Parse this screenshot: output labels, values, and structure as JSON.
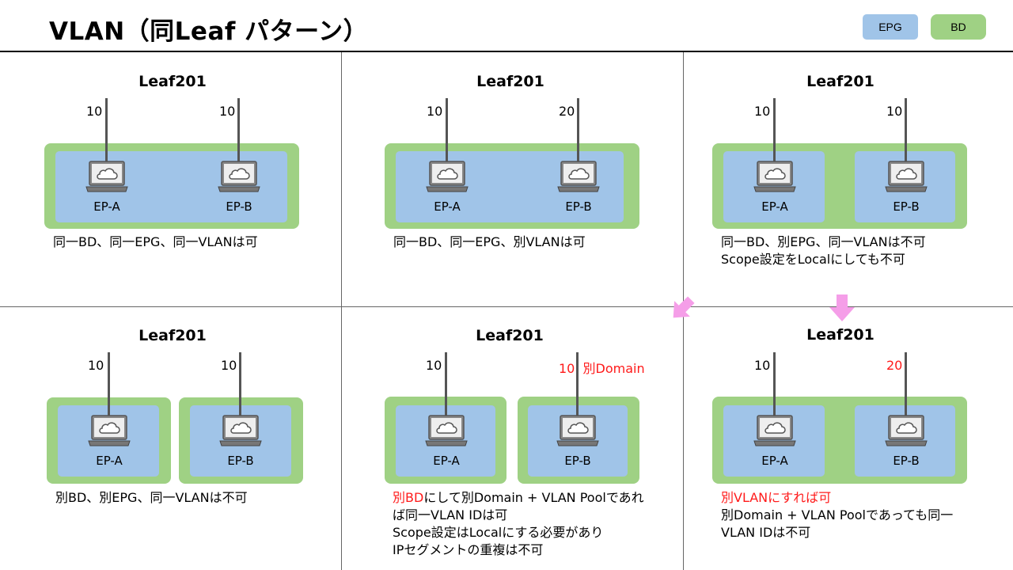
{
  "title": "VLAN（同Leaf パターン）",
  "legend": {
    "epg": "EPG",
    "bd": "BD"
  },
  "colors": {
    "epg": "#a0c4e8",
    "bd": "#9fd184",
    "highlight": "#ff1a1a",
    "arrow": "#f59ee8"
  },
  "leaf_label": "Leaf201",
  "ep_a": "EP-A",
  "ep_b": "EP-B",
  "panels": [
    {
      "vlan_a": "10",
      "vlan_b": "10",
      "caption": [
        "同一BD、同一EPG、同一VLANは可"
      ]
    },
    {
      "vlan_a": "10",
      "vlan_b": "20",
      "caption": [
        "同一BD、同一EPG、別VLANは可"
      ]
    },
    {
      "vlan_a": "10",
      "vlan_b": "10",
      "caption": [
        "同一BD、別EPG、同一VLANは不可",
        "Scope設定をLocalにしても不可"
      ]
    },
    {
      "vlan_a": "10",
      "vlan_b": "10",
      "caption": [
        "別BD、別EPG、同一VLANは不可"
      ]
    },
    {
      "vlan_a": "10",
      "vlan_b": "10",
      "vlan_b_note": "別Domain",
      "caption_red": "別BD",
      "caption_line1_rest": "にして別Domain + VLAN Poolであれ",
      "caption": [
        "ば同一VLAN IDは可",
        "Scope設定はLocalにする必要があり",
        "IPセグメントの重複は不可"
      ]
    },
    {
      "vlan_a": "10",
      "vlan_b": "20",
      "caption_red": "別VLANにすれば可",
      "caption": [
        "別Domain + VLAN Poolであっても同一",
        "VLAN IDは不可"
      ]
    }
  ]
}
